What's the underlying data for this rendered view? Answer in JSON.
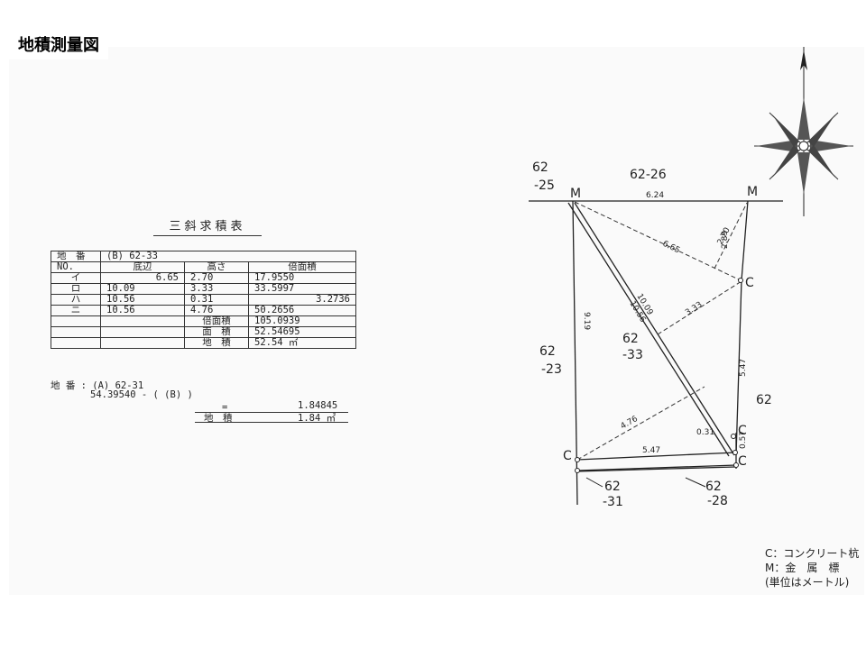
{
  "title": "地積測量図",
  "table_title": "三斜求積表",
  "table": {
    "lot_label": "地　番",
    "lot_value": "(B)  62-33",
    "headers": [
      "NO.",
      "底辺",
      "高さ",
      "倍面積"
    ],
    "rows": [
      {
        "no": "イ",
        "base": "6.65",
        "height": "2.70",
        "double": "17.9550"
      },
      {
        "no": "ロ",
        "base": "10.09",
        "height": "3.33",
        "double": "33.5997"
      },
      {
        "no": "ハ",
        "base": "10.56",
        "height": "0.31",
        "double": "3.2736"
      },
      {
        "no": "ニ",
        "base": "10.56",
        "height": "4.76",
        "double": "50.2656"
      }
    ],
    "total_double_label": "倍面積",
    "total_double": "105.0939",
    "area_label": "面　積",
    "area": "52.54695",
    "land_area_label": "地　積",
    "land_area": "52.54 ㎡"
  },
  "calc": {
    "line1": "地  番 : (A)  62-31",
    "line2": "54.39540    -  ( (B) )",
    "eq": "=",
    "diff": "1.84845",
    "land_label": "地　積",
    "land_value": "1.84 ㎡"
  },
  "plan": {
    "lots": [
      "62",
      "-25",
      "62-26",
      "62",
      "-33",
      "62",
      "-23",
      "62",
      "62",
      "-31",
      "62",
      "-28"
    ],
    "markers": [
      "M",
      "M",
      "C",
      "C",
      "C",
      "C"
    ],
    "dims": [
      "6.24",
      "6.65",
      "2.70",
      "2.89",
      "10.09",
      "10.56",
      "3.33",
      "9.19",
      "5.47",
      "4.76",
      "5.47",
      "0.31",
      "0.57"
    ]
  },
  "legend": {
    "c": "C：コンクリート杭",
    "m": "M：金　属　標",
    "unit": "(単位はメートル)"
  }
}
